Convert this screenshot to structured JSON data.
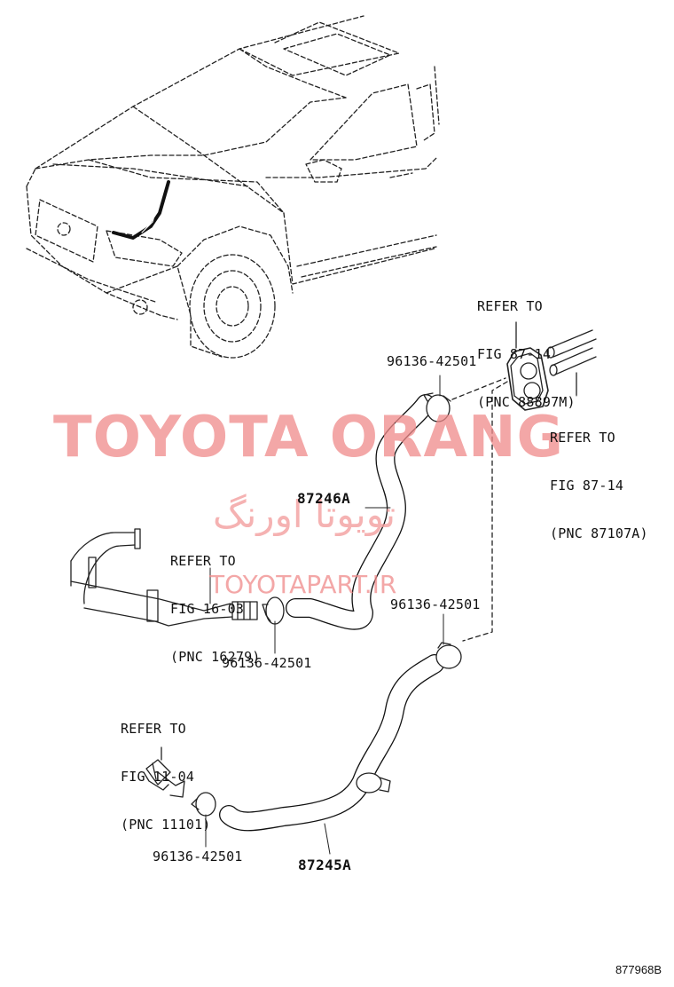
{
  "watermark": {
    "title": "TOYOTA ORANG",
    "persian": "تویوتا اورنگ",
    "site": "TOYOTAPART.IR"
  },
  "refs": {
    "top_block": {
      "line1": "REFER TO",
      "line2": "FIG 87-14",
      "line3": "(PNC 88897M)"
    },
    "right_block": {
      "line1": "REFER TO",
      "line2": "FIG 87-14",
      "line3": "(PNC 87107A)"
    },
    "mid_block": {
      "line1": "REFER TO",
      "line2": "FIG 16-03",
      "line3": "(PNC 16279)"
    },
    "low_block": {
      "line1": "REFER TO",
      "line2": "FIG 11-04",
      "line3": "(PNC 11101)"
    }
  },
  "parts": {
    "clamp_top": "96136-42501",
    "clamp_mid_left": "96136-42501",
    "clamp_mid_right": "96136-42501",
    "clamp_bottom": "96136-42501",
    "hose_upper": "87246A",
    "hose_lower": "87245A"
  },
  "figure_code": "877968B"
}
